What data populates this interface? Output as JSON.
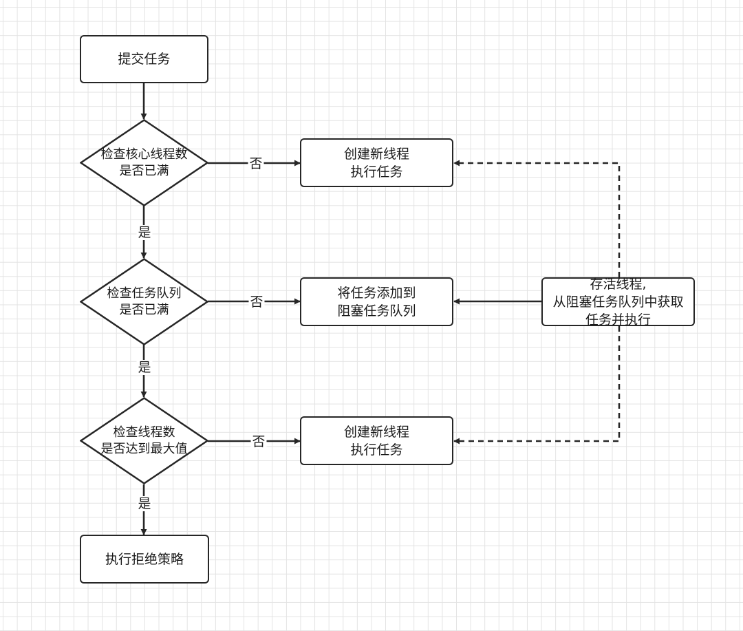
{
  "nodes": {
    "submit": "提交任务",
    "check_core": "检查核心线程数\n是否已满",
    "create_thread_1": "创建新线程\n执行任务",
    "check_queue": "检查任务队列\n是否已满",
    "add_to_queue": "将任务添加到\n阻塞任务队列",
    "keepalive": "存活线程,\n从阻塞任务队列中获取\n任务并执行",
    "check_max": "检查线程数\n是否达到最大值",
    "create_thread_2": "创建新线程\n执行任务",
    "reject": "执行拒绝策略"
  },
  "edge_labels": {
    "no_core": "否",
    "yes_core": "是",
    "no_queue": "否",
    "yes_queue": "是",
    "no_max": "否",
    "yes_max": "是"
  },
  "colors": {
    "stroke": "#262626",
    "grid": "#e3e3e3",
    "background": "#ffffff"
  }
}
